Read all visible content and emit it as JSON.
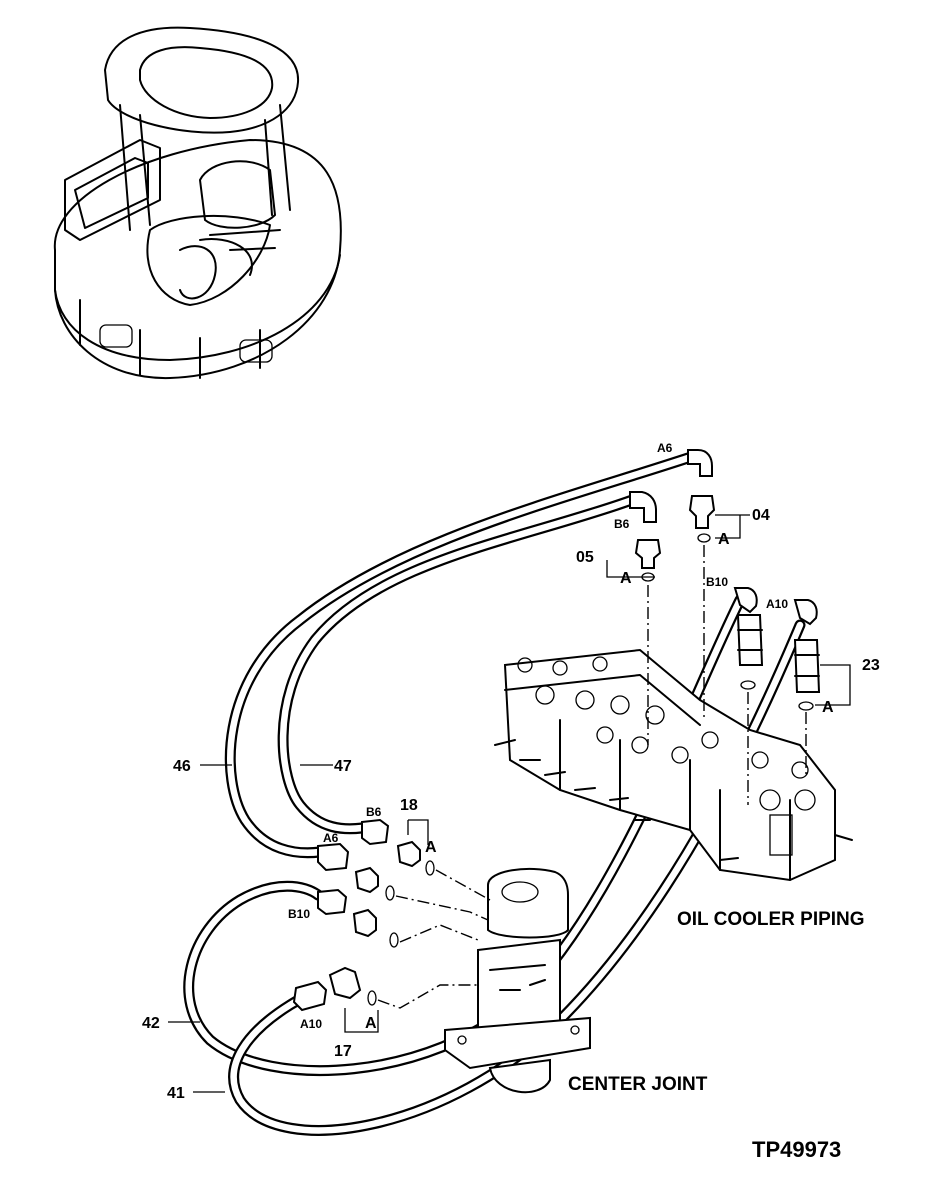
{
  "labels": {
    "a6_top": "A6",
    "b6_top": "B6",
    "b10_top": "B10",
    "a10_top": "A10",
    "part_04": "04",
    "part_05": "05",
    "part_23": "23",
    "part_46": "46",
    "part_47": "47",
    "part_18": "18",
    "part_17": "17",
    "part_42": "42",
    "part_41": "41",
    "b6_bottom": "B6",
    "a6_bottom": "A6",
    "b10_bottom": "B10",
    "a10_bottom": "A10",
    "a_mark": "A"
  },
  "captions": {
    "oil_cooler": "OIL COOLER PIPING",
    "center_joint": "CENTER JOINT",
    "figure_id": "TP49973"
  }
}
